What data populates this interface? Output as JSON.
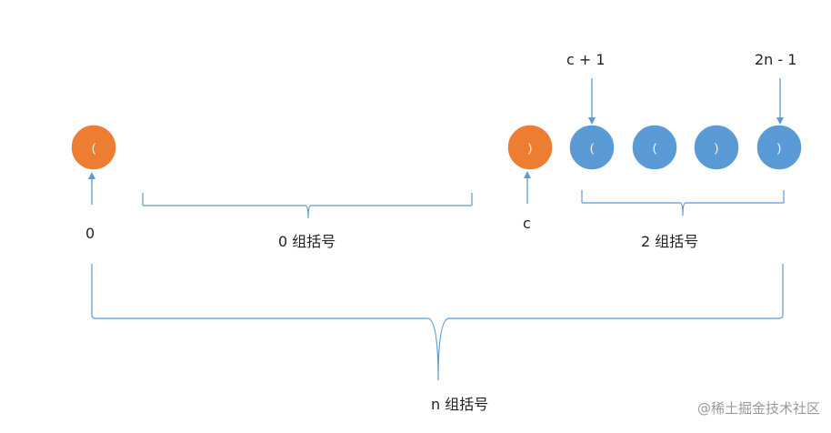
{
  "colors": {
    "orange": "#ED7D31",
    "blue": "#5B9BD5",
    "line": "#5B9BD5",
    "circle_border": "#ffffff"
  },
  "nodes": [
    {
      "char": "(",
      "color": "orange"
    },
    {
      "char": ")",
      "color": "orange"
    },
    {
      "char": "(",
      "color": "blue"
    },
    {
      "char": "(",
      "color": "blue"
    },
    {
      "char": ")",
      "color": "blue"
    },
    {
      "char": ")",
      "color": "blue"
    }
  ],
  "labels": {
    "index_zero": "0",
    "index_c": "c",
    "index_c_plus_1": "c + 1",
    "index_2n_minus_1": "2n - 1",
    "group_zero": "0 组括号",
    "group_two": "2 组括号",
    "group_n": "n 组括号"
  },
  "watermark": "@稀土掘金技术社区"
}
